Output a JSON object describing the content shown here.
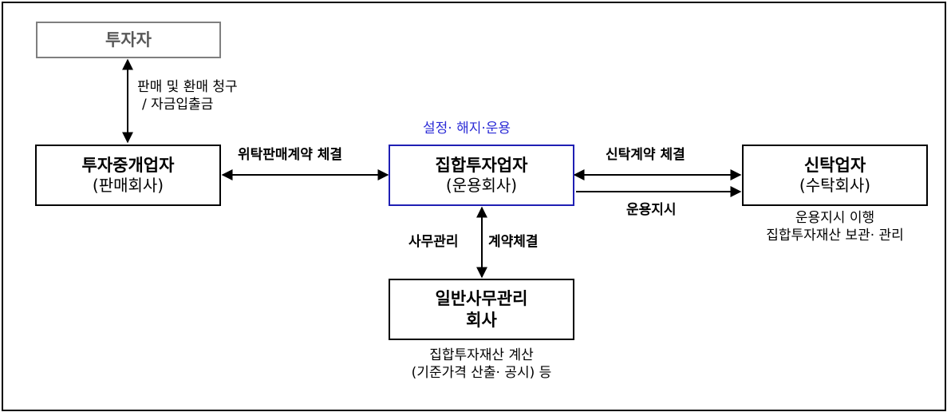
{
  "boxes": {
    "investor": {
      "title": "투자자"
    },
    "broker": {
      "title": "투자중개업자",
      "sub": "(판매회사)"
    },
    "manager": {
      "title": "집합투자업자",
      "sub": "(운용회사)"
    },
    "trustee": {
      "title": "신탁업자",
      "sub": "(수탁회사)"
    },
    "admin": {
      "title_line1": "일반사무관리",
      "title_line2": "회사"
    }
  },
  "labels": {
    "sales_redemption_line1": "판매 및 환매 청구",
    "sales_redemption_line2": "/ 자금입출금",
    "consignment_contract": "위탁판매계약 체결",
    "setup_ops": "설정· 해지·운용",
    "trust_contract": "신탁계약 체결",
    "operation_instruction": "운용지시",
    "trustee_desc_line1": "운용지시 이행",
    "trustee_desc_line2": "집합투자재산 보관· 관리",
    "admin_mgmt": "사무관리",
    "contract_signed": "계약체결",
    "admin_desc_line1": "집합투자재산 계산",
    "admin_desc_line2": "(기준가격 산출· 공시) 등"
  },
  "colors": {
    "investor_border": "#7f7f7f",
    "investor_text": "#595959",
    "manager_border": "#1f1fb4",
    "setup_ops_text": "#2b2bd6",
    "default": "#000000"
  }
}
